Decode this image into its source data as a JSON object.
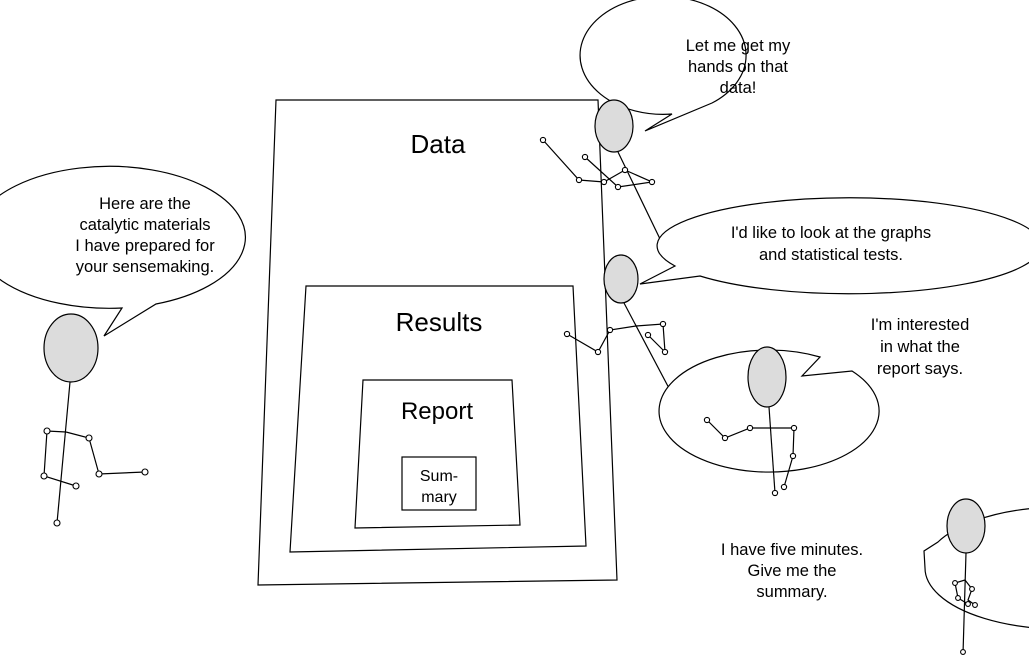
{
  "nested_frames": {
    "data": "Data",
    "results": "Results",
    "report": "Report",
    "summary_line1": "Sum-",
    "summary_line2": "mary"
  },
  "speech": {
    "presenter": [
      "Here are the",
      "catalytic materials",
      "I have prepared for",
      "your sensemaking."
    ],
    "data_seeker": [
      "Let me get my",
      "hands on that",
      "data!"
    ],
    "results_seeker": [
      "I'd like to look at the graphs",
      "and statistical tests."
    ],
    "report_reader": [
      "I'm interested",
      "in what the",
      "report says."
    ],
    "summary_reader": [
      "I have five minutes.",
      "Give me the",
      "summary."
    ]
  },
  "colors": {
    "head_fill": "#dcdcdc",
    "stroke": "#000000",
    "background": "#ffffff"
  }
}
